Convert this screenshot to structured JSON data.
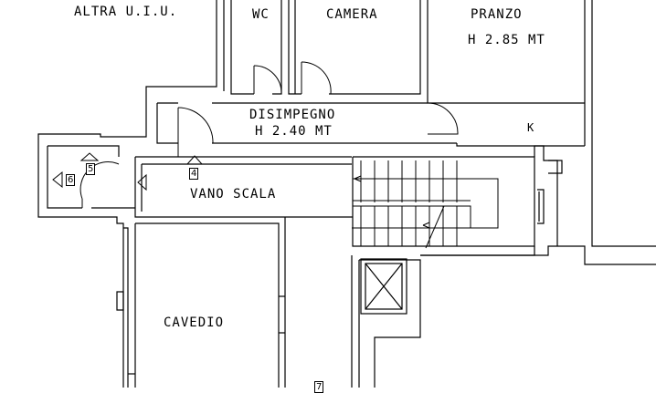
{
  "rooms": {
    "altra": "ALTRA U.I.U.",
    "wc": "WC",
    "camera": "CAMERA",
    "pranzo": "PRANZO",
    "pranzo_h": "H 2.85 MT",
    "k": "K",
    "disimpegno": "DISIMPEGNO",
    "disimpegno_h": "H 2.40 MT",
    "vano_scala": "VANO SCALA",
    "cavedio": "CAVEDIO"
  },
  "markers": {
    "m4": "4",
    "m5": "5",
    "m6": "6",
    "m7": "7"
  },
  "colors": {
    "line": "#000000",
    "background": "#ffffff"
  }
}
